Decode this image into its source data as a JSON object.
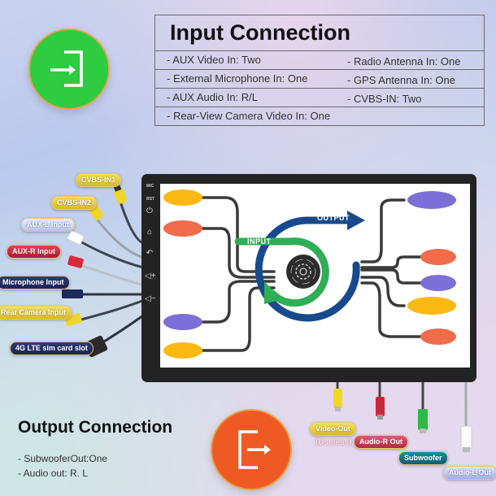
{
  "input_section": {
    "title": "Input Connection",
    "left_items": [
      "- AUX Video In: Two",
      "- External Microphone In: One",
      "- AUX Audio In: R/L",
      "- Rear-View Camera Video In: One"
    ],
    "right_items": [
      "- Radio Antenna In: One",
      "- GPS Antenna In: One",
      "- CVBS-IN: Two"
    ]
  },
  "badges": {
    "input_icon": "enter-icon",
    "output_icon": "exit-icon",
    "input_color": "#2ecc40",
    "output_color": "#ef5a24"
  },
  "input_cables": [
    {
      "label": "CVBS-IN1",
      "color": "#f2d626"
    },
    {
      "label": "CVBS-IN2",
      "color": "#f2d626"
    },
    {
      "label": "AUX-L Input",
      "color": "#ffffff"
    },
    {
      "label": "AUX-R Input",
      "color": "#d8283a"
    },
    {
      "label": "Microphone Input",
      "color": "#1e2a5a"
    },
    {
      "label": "Rear Camera Input",
      "color": "#f2d626"
    },
    {
      "label": "4G LTE sim card slot",
      "color": "#333333"
    }
  ],
  "tablet": {
    "side_labels": [
      "MIC",
      "RST"
    ],
    "side_buttons": [
      "power-icon",
      "home-icon",
      "back-icon",
      "volume-up-icon",
      "volume-down-icon"
    ],
    "diagram": {
      "input_label": "INPUT",
      "output_label": "OUTPUT",
      "center_icon": "gear-cycle-icon",
      "input_color": "#2fae55",
      "output_color": "#174a8c"
    }
  },
  "output_cables": [
    {
      "label": "Video-Out",
      "note": "(Useless)",
      "color": "#f2d626"
    },
    {
      "label": "Audio-R Out",
      "color": "#c8283a"
    },
    {
      "label": "Subwoofer",
      "color": "#2fb84a"
    },
    {
      "label": "Audio-L Out",
      "color": "#ffffff"
    }
  ],
  "output_section": {
    "title": "Output Connection",
    "items": [
      "- SubwooferOut:One",
      "- Audio out: R. L"
    ]
  }
}
